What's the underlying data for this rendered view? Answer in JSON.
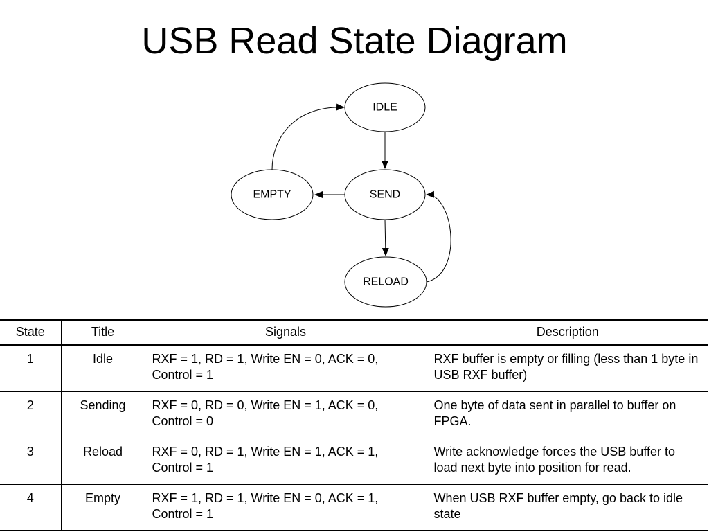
{
  "title": "USB Read State Diagram",
  "diagram": {
    "nodes": [
      {
        "id": "idle",
        "label": "IDLE"
      },
      {
        "id": "send",
        "label": "SEND"
      },
      {
        "id": "empty",
        "label": "EMPTY"
      },
      {
        "id": "reload",
        "label": "RELOAD"
      }
    ],
    "edges": [
      {
        "from": "idle",
        "to": "send"
      },
      {
        "from": "send",
        "to": "empty"
      },
      {
        "from": "send",
        "to": "reload"
      },
      {
        "from": "empty",
        "to": "idle"
      },
      {
        "from": "reload",
        "to": "send"
      }
    ]
  },
  "table": {
    "headers": [
      "State",
      "Title",
      "Signals",
      "Description"
    ],
    "rows": [
      {
        "state": "1",
        "title": "Idle",
        "signals": "RXF = 1, RD = 1, Write EN = 0, ACK = 0, Control = 1",
        "description": "RXF buffer is empty or filling (less than 1 byte in USB RXF buffer)"
      },
      {
        "state": "2",
        "title": "Sending",
        "signals": "RXF = 0, RD = 0, Write EN = 1, ACK = 0, Control = 0",
        "description": "One byte of data sent in parallel to buffer on FPGA."
      },
      {
        "state": "3",
        "title": "Reload",
        "signals": "RXF = 0, RD = 1, Write EN = 1, ACK = 1, Control = 1",
        "description": "Write acknowledge forces the USB buffer to load next byte into position for read."
      },
      {
        "state": "4",
        "title": "Empty",
        "signals": "RXF = 1, RD = 1, Write EN = 0, ACK = 1, Control = 1",
        "description": "When USB RXF buffer empty, go back to idle state"
      }
    ]
  }
}
